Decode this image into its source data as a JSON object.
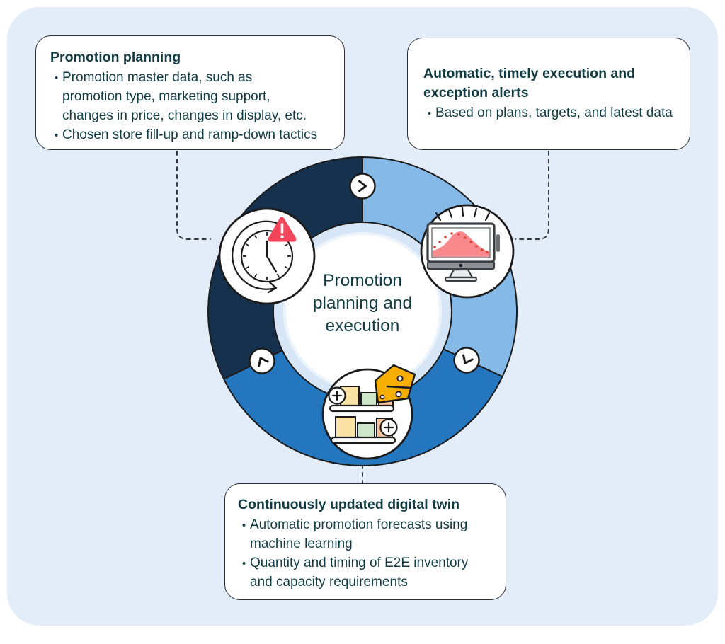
{
  "center": {
    "label": "Promotion\nplanning and\nexecution"
  },
  "bullet_char": "•",
  "callouts": [
    {
      "title": "Promotion planning",
      "bullets": [
        "Promotion master data, such as\npromotion type, marketing support,\nchanges in price, changes in display, etc.",
        "Chosen store fill-up and ramp-down tactics"
      ]
    },
    {
      "title": "Automatic, timely execution and\nexception alerts",
      "bullets": [
        "Based on plans, targets, and latest data"
      ]
    },
    {
      "title": "Continuously updated digital twin",
      "bullets": [
        "Automatic promotion forecasts using\nmachine learning",
        "Quantity and timing of E2E inventory\nand capacity requirements"
      ]
    }
  ],
  "colors": {
    "panel": "#E3EDFA",
    "ring_navy": "#16314E",
    "ring_mid": "#2476BE",
    "ring_light": "#85BAE8",
    "hole": "#D7E6F7",
    "white": "#FFFFFF",
    "outline": "#1B1B1B",
    "text": "#113C44",
    "alert_red": "#F0455B",
    "tag_yellow": "#F7AE00",
    "chart_pink": "#F9898C",
    "dot_red": "#D9453B",
    "box_yellow": "#FAE1A4",
    "box_green": "#CEE7CA",
    "box_orange": "#F9C29B",
    "monitor_gray": "#8D9196",
    "stand_gray": "#E8EAED"
  },
  "icons": {
    "top_left": "clock-with-alert",
    "right": "monitor-forecast-chart",
    "bottom": "store-shelves-promo-tag",
    "ring_arrows": "chevron-clockwise"
  }
}
